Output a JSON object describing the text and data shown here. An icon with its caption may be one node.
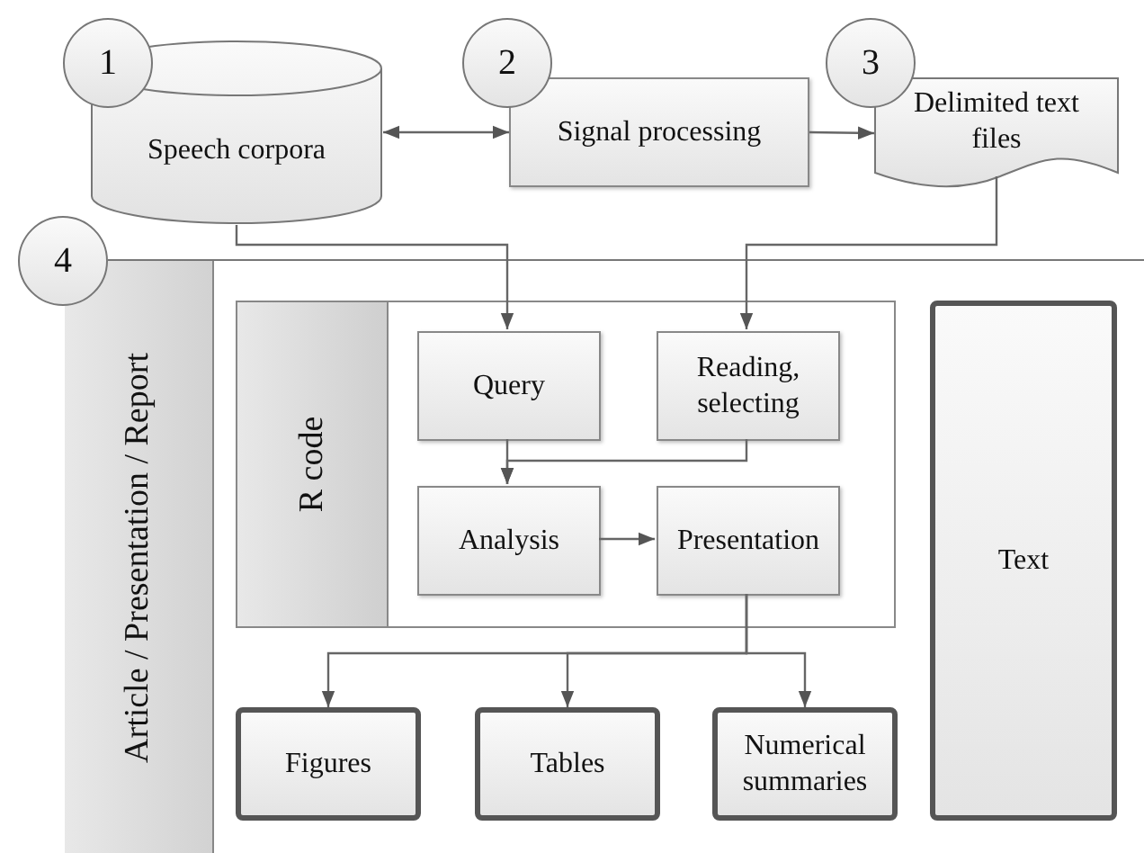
{
  "diagram": {
    "nodes": [
      {
        "text": [
          "1"
        ]
      },
      {
        "text": [
          "Speech corpora"
        ]
      },
      {
        "text": [
          "2"
        ]
      },
      {
        "text": [
          "Signal processing"
        ]
      },
      {
        "text": [
          "3"
        ]
      },
      {
        "text": [
          "Delimited text files"
        ]
      },
      {
        "text": [
          "4"
        ]
      },
      {
        "text": [
          "Article / Presentation / Report"
        ]
      },
      {
        "text": [
          "R code"
        ]
      },
      {
        "text": [
          "Query"
        ],
        "in": 8
      },
      {
        "text": [
          "Reading, selecting"
        ],
        "in": 8
      },
      {
        "text": [
          "Analysis"
        ],
        "in": 8
      },
      {
        "text": [
          "Presentation"
        ],
        "in": 8
      },
      {
        "text": [
          "Figures"
        ]
      },
      {
        "text": [
          "Tables"
        ]
      },
      {
        "text": [
          "Numerical summaries"
        ]
      },
      {
        "text": [
          "Text"
        ]
      }
    ],
    "edges": [
      {
        "from": 1,
        "to": 3,
        "arrow": "both"
      },
      {
        "from": 3,
        "to": 5,
        "arrow": "to"
      },
      {
        "from": 1,
        "to": 9,
        "arrow": "to"
      },
      {
        "from": 5,
        "to": 10,
        "arrow": "to"
      },
      {
        "from": 9,
        "to": 11,
        "arrow": "to"
      },
      {
        "from": 10,
        "to": 11,
        "arrow": "to"
      },
      {
        "from": 11,
        "to": 12,
        "arrow": "to"
      },
      {
        "from": 12,
        "to": 13,
        "arrow": "to"
      },
      {
        "from": 12,
        "to": 14,
        "arrow": "to"
      },
      {
        "from": 12,
        "to": 15,
        "arrow": "to"
      }
    ]
  }
}
